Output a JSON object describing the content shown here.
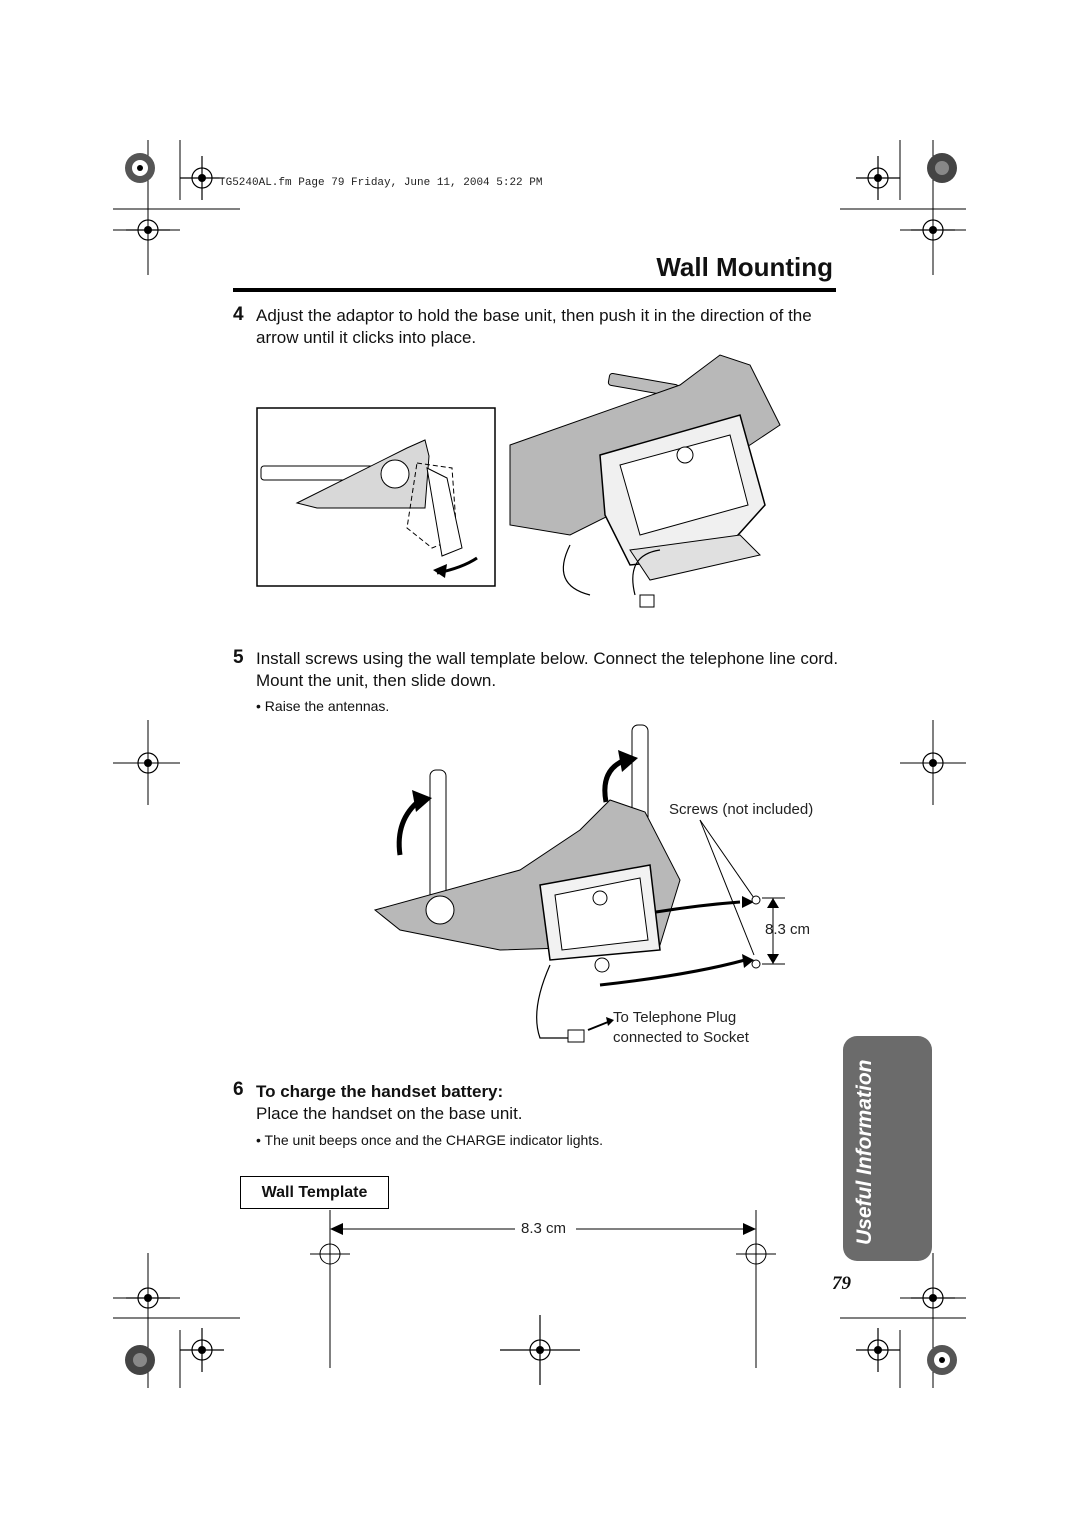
{
  "header": {
    "file_meta": "TG5240AL.fm  Page 79  Friday, June 11, 2004  5:22 PM"
  },
  "page": {
    "title": "Wall Mounting",
    "number": "79"
  },
  "side_tab": {
    "label": "Useful Information",
    "color": "#6b6b6b"
  },
  "steps": [
    {
      "num": "4",
      "text": "Adjust the adaptor to hold the base unit, then push it in the direction of the arrow until it clicks into place."
    },
    {
      "num": "5",
      "text": "Install screws using the wall template below. Connect the telephone line cord. Mount the unit, then slide down.",
      "bullet": "• Raise the antennas."
    },
    {
      "num": "6",
      "heading": "To charge the handset battery:",
      "text": "Place the handset on the base unit.",
      "bullet": "• The unit beeps once and the CHARGE indicator lights."
    }
  ],
  "figure2": {
    "screws_label": "Screws (not included)",
    "spacing_label": "8.3 cm",
    "plug_label_line1": "To Telephone Plug",
    "plug_label_line2": "connected to Socket"
  },
  "wall_template": {
    "title": "Wall Template",
    "spacing_label": "8.3 cm"
  }
}
